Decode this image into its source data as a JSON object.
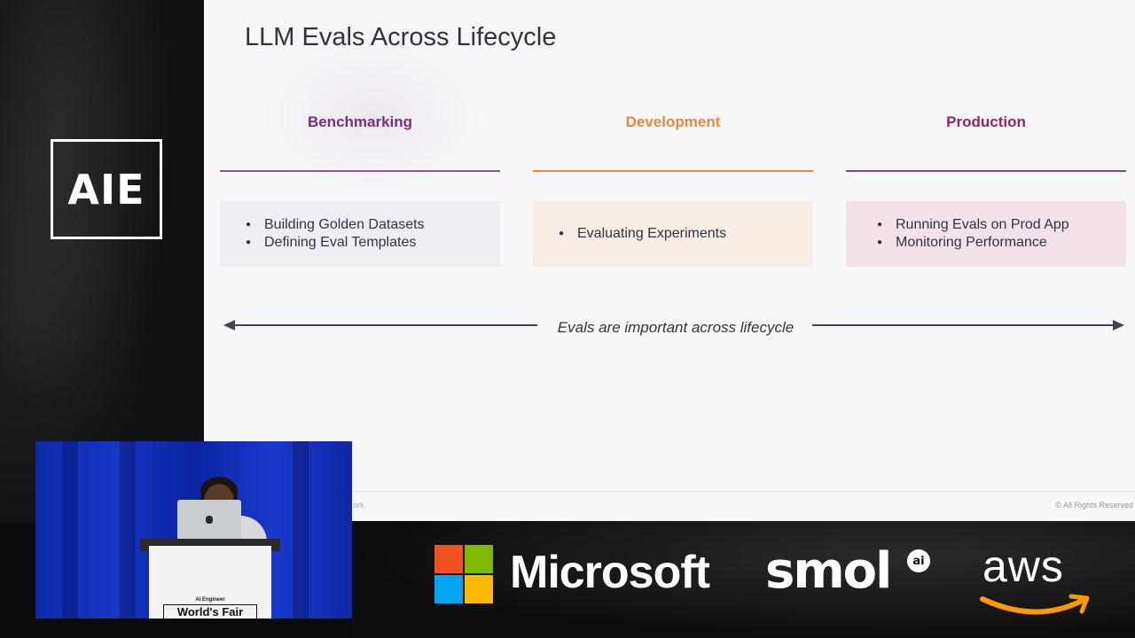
{
  "event_logo": "AIE",
  "slide": {
    "title": "LLM Evals Across Lifecycle",
    "columns": [
      {
        "heading": "Benchmarking",
        "color": "#7b2d7e",
        "rule_color": "#8a5a8c",
        "box_bg": "#efeef3",
        "items": [
          "Building Golden Datasets",
          "Defining Eval Templates"
        ]
      },
      {
        "heading": "Development",
        "color": "#e8883a",
        "rule_color": "#e8883a",
        "box_bg": "#f8ede5",
        "items": [
          "Evaluating Experiments"
        ]
      },
      {
        "heading": "Production",
        "color": "#9c1f6e",
        "rule_color": "#7a4a7a",
        "box_bg": "#f4e2ea",
        "items": [
          "Running Evals on Prod App",
          "Monitoring Performance"
        ]
      }
    ],
    "caption": "Evals are important across lifecycle",
    "footer_left": "ork",
    "footer_right": "© All Rights Reserved"
  },
  "sponsors": {
    "microsoft": "Microsoft",
    "microsoft_colors": [
      "#f25022",
      "#7fba00",
      "#00a4ef",
      "#ffb900"
    ],
    "smol": "smol",
    "smol_badge": "ai",
    "aws": "aws",
    "aws_accent": "#ff9900"
  },
  "speaker_video": {
    "podium_small": "AI Engineer",
    "podium_sign": "World's Fair"
  }
}
